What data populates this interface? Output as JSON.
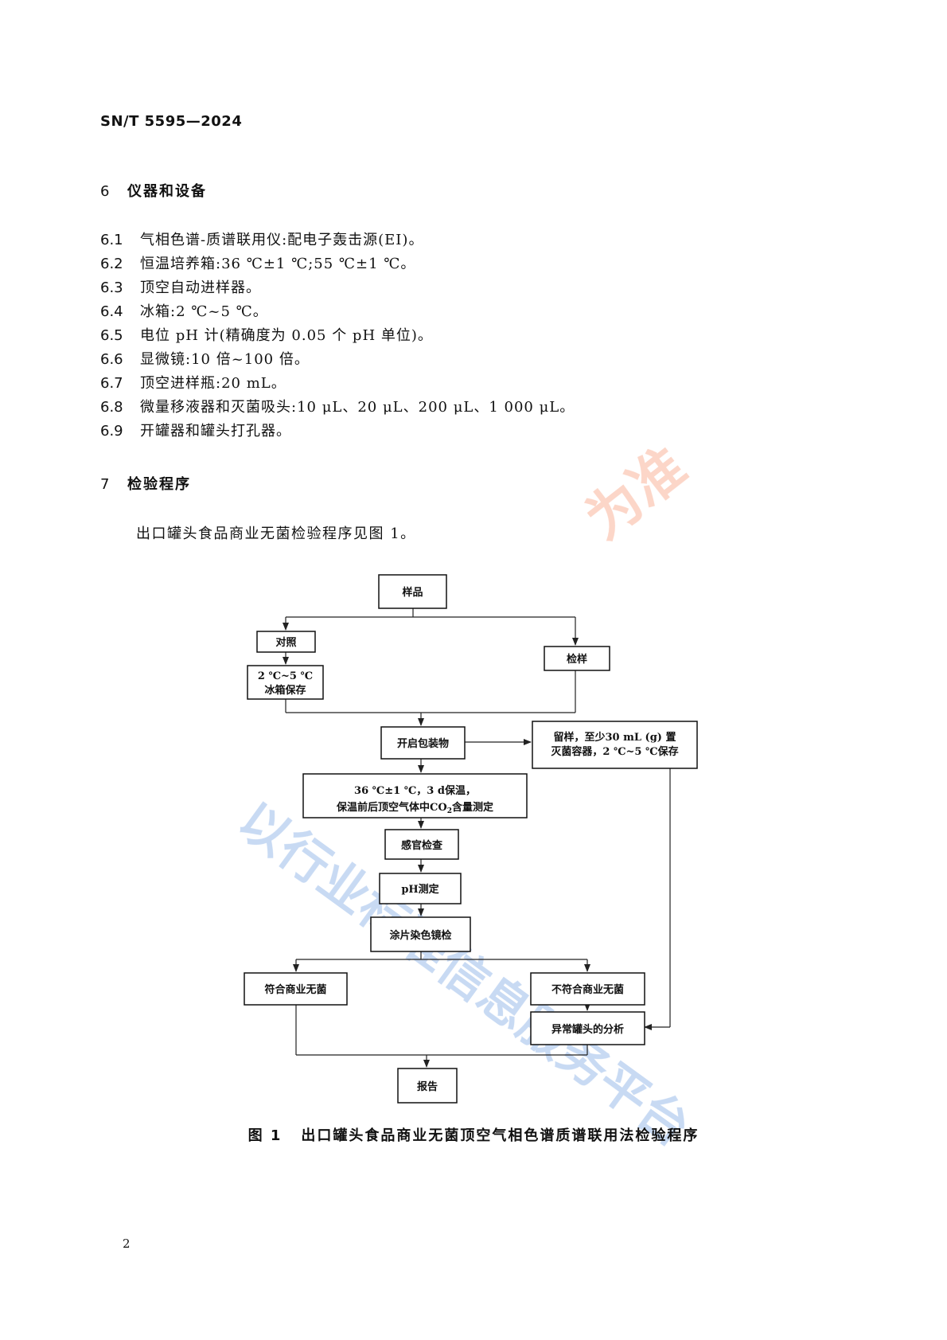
{
  "header": {
    "standard_code": "SN/T 5595—2024"
  },
  "section6": {
    "number": "6",
    "title": "仪器和设备",
    "items": [
      {
        "num": "6.1",
        "text": "气相色谱-质谱联用仪:配电子轰击源(EI)。"
      },
      {
        "num": "6.2",
        "text": "恒温培养箱:36 ℃±1 ℃;55 ℃±1 ℃。"
      },
      {
        "num": "6.3",
        "text": "顶空自动进样器。"
      },
      {
        "num": "6.4",
        "text": "冰箱:2 ℃~5 ℃。"
      },
      {
        "num": "6.5",
        "text": "电位 pH 计(精确度为 0.05 个 pH 单位)。"
      },
      {
        "num": "6.6",
        "text": "显微镜:10 倍~100 倍。"
      },
      {
        "num": "6.7",
        "text": "顶空进样瓶:20 mL。"
      },
      {
        "num": "6.8",
        "text": "微量移液器和灭菌吸头:10 μL、20 μL、200 μL、1 000 μL。"
      },
      {
        "num": "6.9",
        "text": "开罐器和罐头打孔器。"
      }
    ]
  },
  "section7": {
    "number": "7",
    "title": "检验程序",
    "paragraph": "出口罐头食品商业无菌检验程序见图 1。"
  },
  "flowchart": {
    "sample": "样品",
    "control": "对照",
    "control_storage_line1": "2 ℃~5 ℃",
    "control_storage_line2": "冰箱保存",
    "test_sample": "检样",
    "open_package": "开启包装物",
    "retain_line1": "留样，至少30 mL (g) 置",
    "retain_line2": "灭菌容器，2 ℃~5 ℃保存",
    "incubate_line1": "36 ℃±1 ℃，3 d保温，",
    "incubate_line2_a": "保温前后顶空气体中CO",
    "incubate_line2_sub": "2",
    "incubate_line2_b": "含量测定",
    "sensory": "感官检查",
    "ph": "pH测定",
    "smear": "涂片染色镜检",
    "conform": "符合商业无菌",
    "nonconform": "不符合商业无菌",
    "abnormal": "异常罐头的分析",
    "report": "报告"
  },
  "figure": {
    "number": "图 1",
    "title": "出口罐头食品商业无菌顶空气相色谱质谱联用法检验程序"
  },
  "watermark": {
    "text1": "以行业标准信息服务平台",
    "text2": "为准"
  },
  "page": {
    "number": "2"
  }
}
